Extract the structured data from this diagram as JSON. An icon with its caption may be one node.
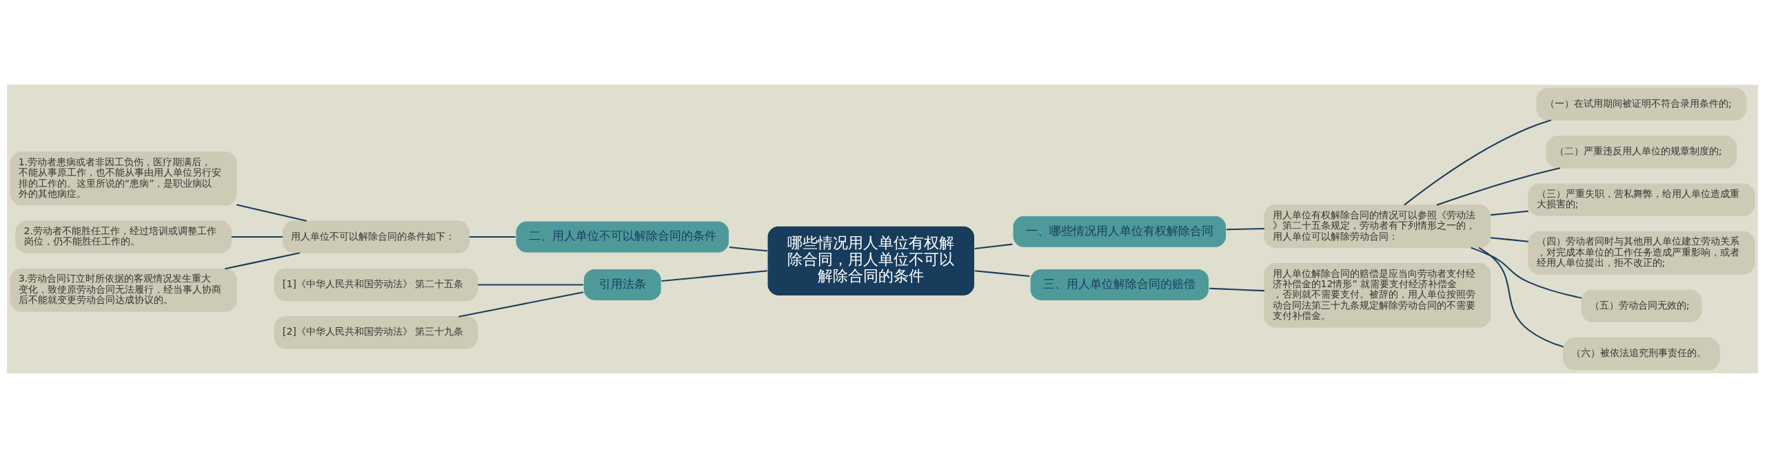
{
  "diagram": {
    "nodes": [
      {
        "text": [
          "哪些情况用人单位有权解除合同，用人单位不可以解除合同的条件"
        ]
      },
      {
        "text": [
          "一、哪些情况用人单位有权解除合同"
        ]
      },
      {
        "text": [
          "用人单位有权解除合同的情况可以参照《劳动法》第二十五条规定，劳动者有下列情形之一的，用人单位可以解除劳动合同："
        ]
      },
      {
        "text": [
          "（一）在试用期间被证明不符合录用条件的;"
        ]
      },
      {
        "text": [
          "（二）严重违反用人单位的规章制度的;"
        ]
      },
      {
        "text": [
          "（三）严重失职，营私舞弊，给用人单位造成重大损害的;"
        ]
      },
      {
        "text": [
          "（四）劳动者同时与其他用人单位建立劳动关系，对完成本单位的工作任务造成严重影响，或者经用人单位提出，拒不改正的;"
        ]
      },
      {
        "text": [
          "（五）劳动合同无效的;"
        ]
      },
      {
        "text": [
          "（六）被依法追究刑事责任的。"
        ]
      },
      {
        "text": [
          "二、用人单位不可以解除合同的条件"
        ]
      },
      {
        "text": [
          "用人单位不可以解除合同的条件如下："
        ]
      },
      {
        "text": [
          "1.劳动者患病或者非因工负伤，医疗期满后，不能从事原工作，也不能从事由用人单位另行安排的工作的。这里所说的“患病”，是职业病以外的其他病症。"
        ]
      },
      {
        "text": [
          "2.劳动者不能胜任工作，经过培训或调整工作岗位，仍不能胜任工作的。"
        ]
      },
      {
        "text": [
          "3.劳动合同订立时所依据的客观情况发生重大变化，致使原劳动合同无法履行，经当事人协商后不能就变更劳动合同达成协议的。"
        ]
      },
      {
        "text": [
          "引用法条"
        ]
      },
      {
        "text": [
          "[1]《中华人民共和国劳动法》 第二十五条"
        ]
      },
      {
        "text": [
          "[2]《中华人民共和国劳动法》 第三十九条"
        ]
      },
      {
        "text": [
          "三、用人单位解除合同的赔偿"
        ]
      },
      {
        "text": [
          "用人单位解除合同的赔偿是应当向劳动者支付经济补偿金的12情形” 就需要支付经济补偿金，否则就不需要支付。被辞的，用人单位按照劳动合同法第三十九条规定解除劳动合同的不需要支付补偿金。"
        ]
      }
    ],
    "edges": [
      {
        "from": 0,
        "to": 1,
        "arrow": "none"
      },
      {
        "from": 1,
        "to": 2,
        "arrow": "none"
      },
      {
        "from": 2,
        "to": 3,
        "arrow": "none"
      },
      {
        "from": 2,
        "to": 4,
        "arrow": "none"
      },
      {
        "from": 2,
        "to": 5,
        "arrow": "none"
      },
      {
        "from": 2,
        "to": 6,
        "arrow": "none"
      },
      {
        "from": 2,
        "to": 7,
        "arrow": "none"
      },
      {
        "from": 2,
        "to": 8,
        "arrow": "none"
      },
      {
        "from": 0,
        "to": 9,
        "arrow": "none"
      },
      {
        "from": 9,
        "to": 10,
        "arrow": "none"
      },
      {
        "from": 10,
        "to": 11,
        "arrow": "none"
      },
      {
        "from": 10,
        "to": 12,
        "arrow": "none"
      },
      {
        "from": 10,
        "to": 13,
        "arrow": "none"
      },
      {
        "from": 0,
        "to": 14,
        "arrow": "none"
      },
      {
        "from": 14,
        "to": 15,
        "arrow": "none"
      },
      {
        "from": 14,
        "to": 16,
        "arrow": "none"
      },
      {
        "from": 0,
        "to": 17,
        "arrow": "none"
      },
      {
        "from": 17,
        "to": 18,
        "arrow": "none"
      }
    ]
  }
}
